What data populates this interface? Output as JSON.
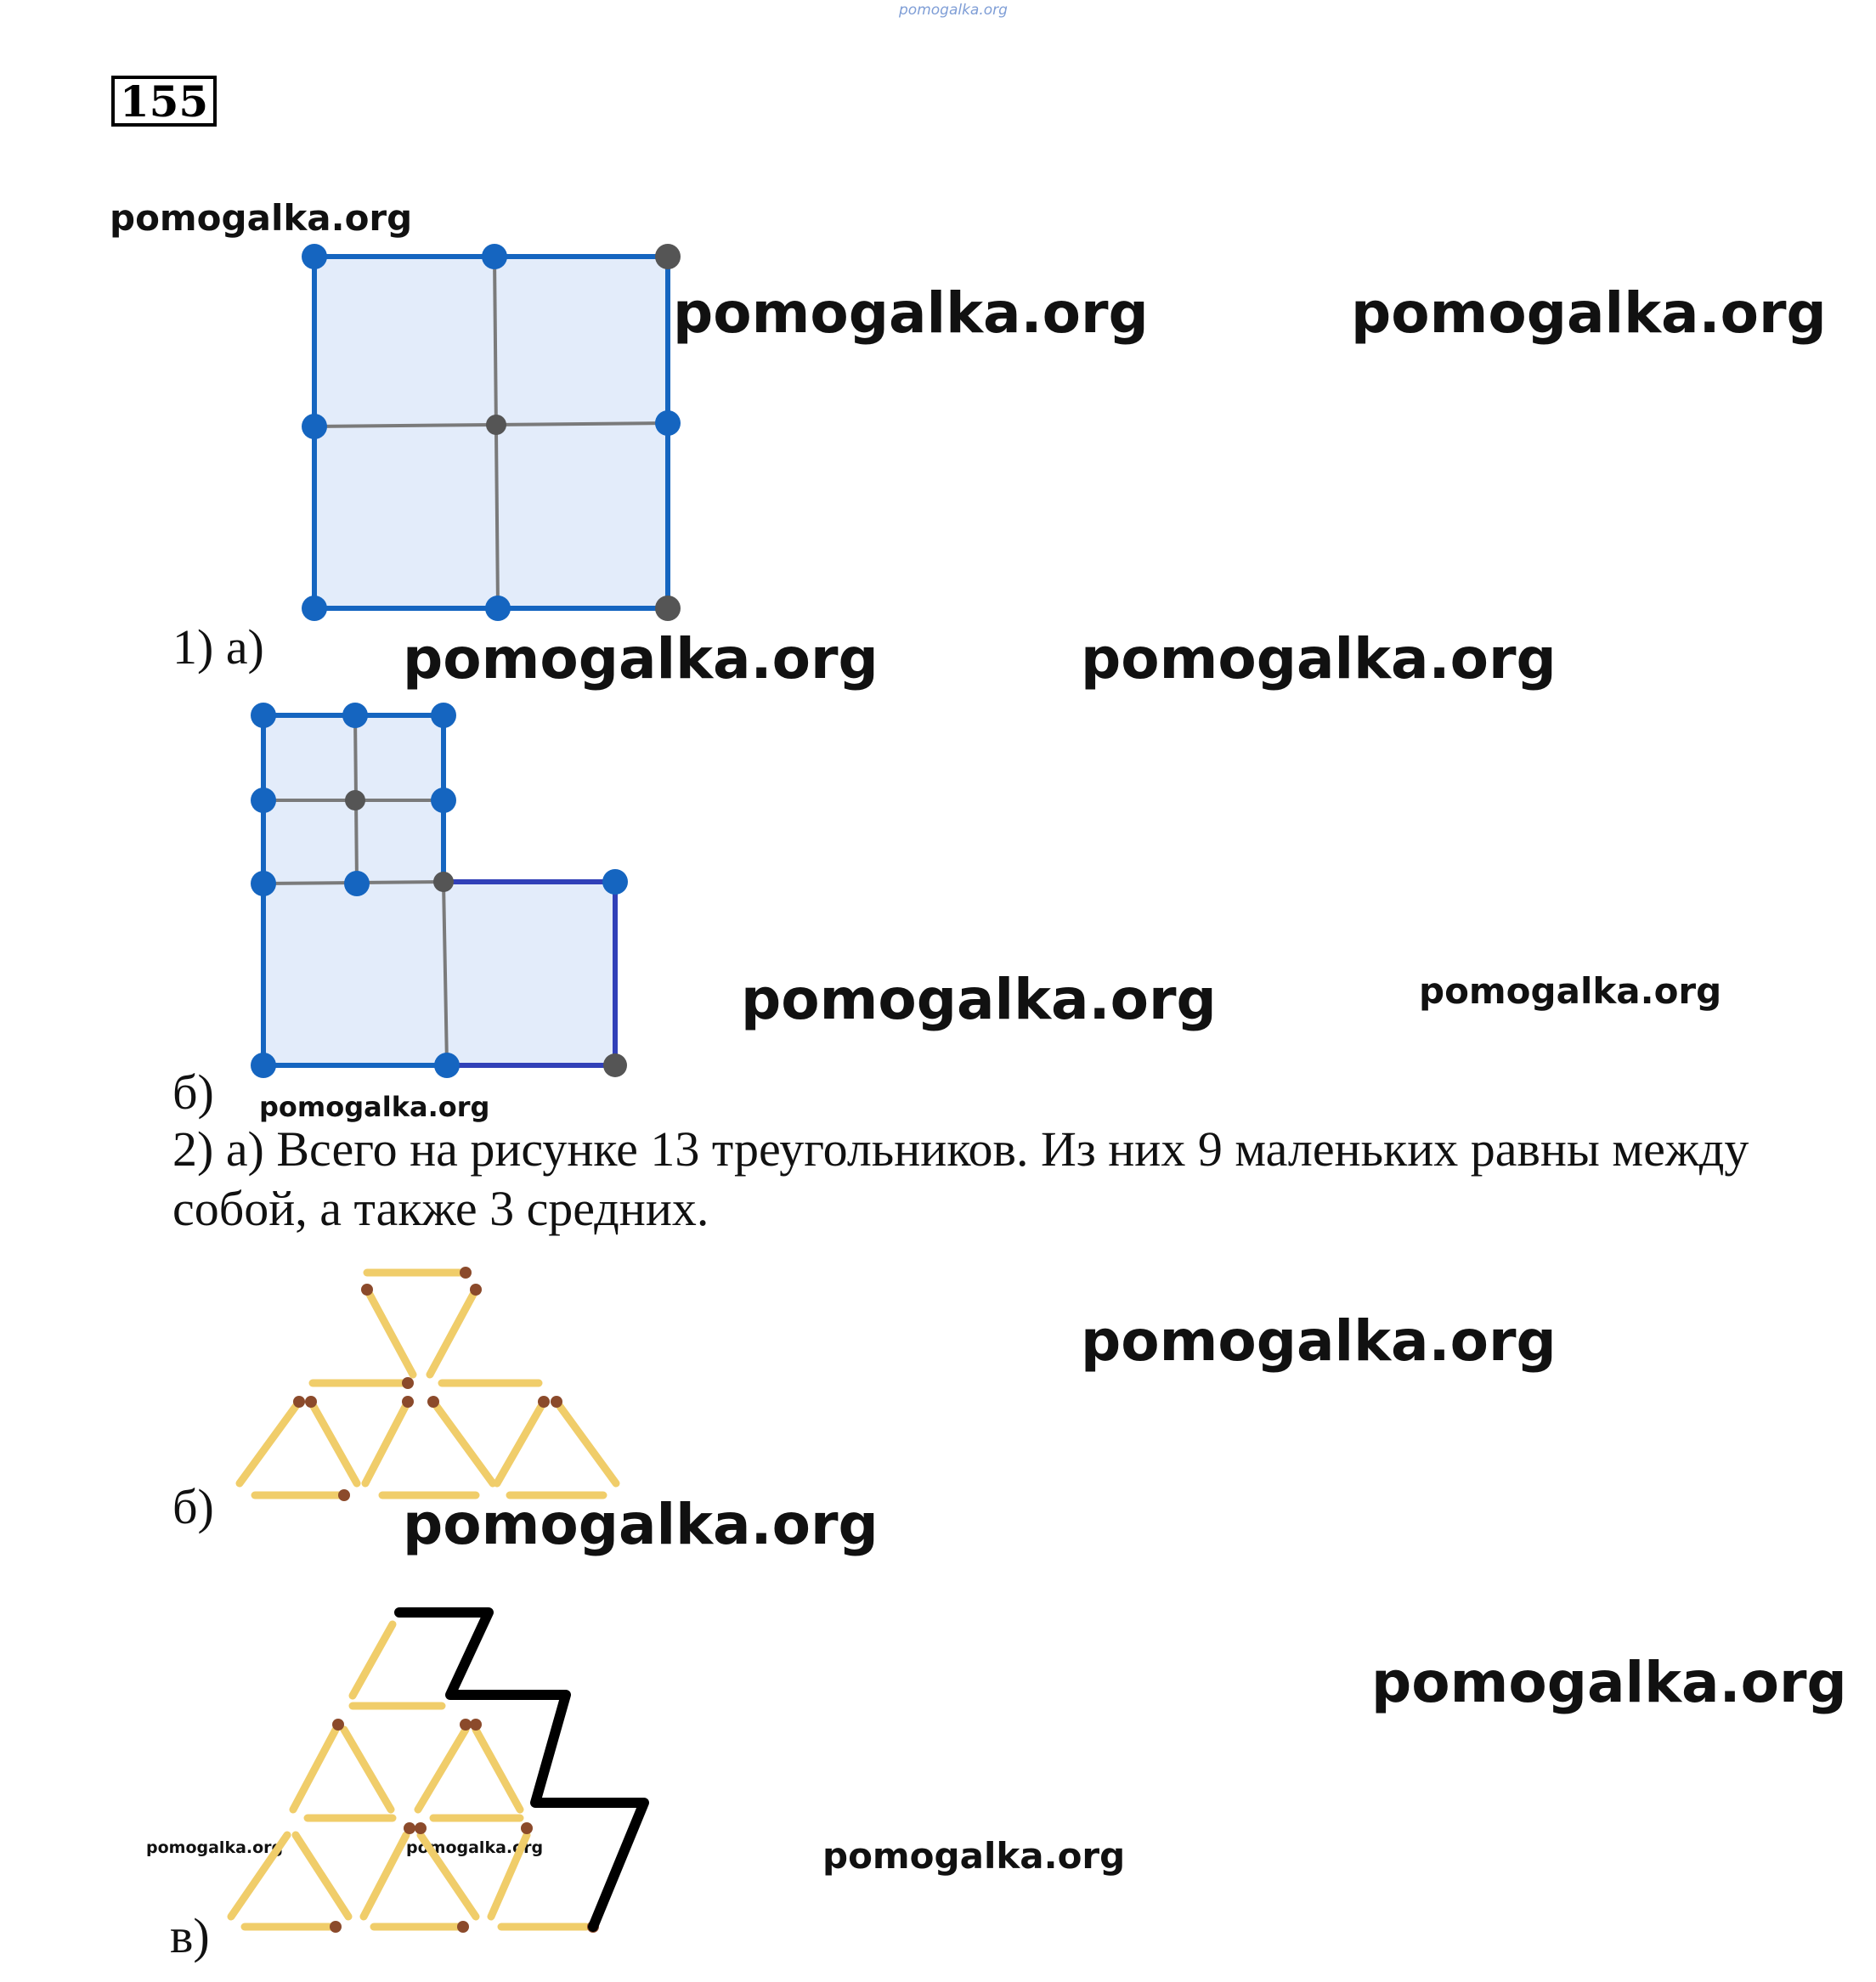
{
  "header": {
    "top_watermark": "pomogalka.org",
    "problem_number": "155"
  },
  "watermark_text": "pomogalka.org",
  "labels": {
    "part1a": "1) а)",
    "part1b": "б)",
    "part2b": "б)",
    "part2c": "в)"
  },
  "part2a_text": "2) а) Всего на рисунке 13 треугольников. Из них 9 маленьких равны между собой, а также 3 средних.",
  "colors": {
    "fill": "#e3ecfa",
    "outline": "#1565c0",
    "inner_line": "#7a7a7a",
    "point_blue": "#1565c0",
    "point_gray": "#555555",
    "segment_blue": "#3140b8",
    "match_stick": "#f0cd6a",
    "match_head": "#8b4a2b",
    "moved_path": "#000000"
  }
}
